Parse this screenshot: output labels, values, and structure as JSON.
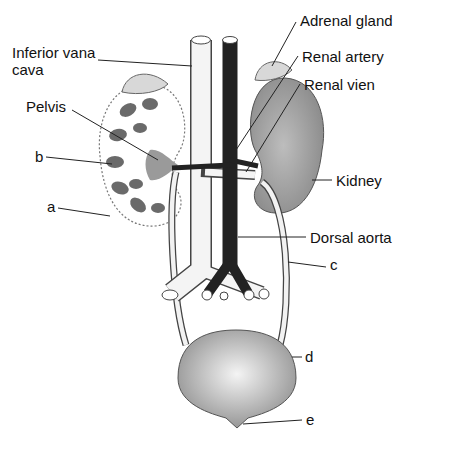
{
  "diagram": {
    "labels": [
      "Inferior vana cava",
      "Adrenal gland",
      "Renal artery",
      "Pelvis",
      "Renal vien",
      "b",
      "Kidney",
      "a",
      "Dorsal aorta",
      "c",
      "d",
      "e"
    ]
  }
}
